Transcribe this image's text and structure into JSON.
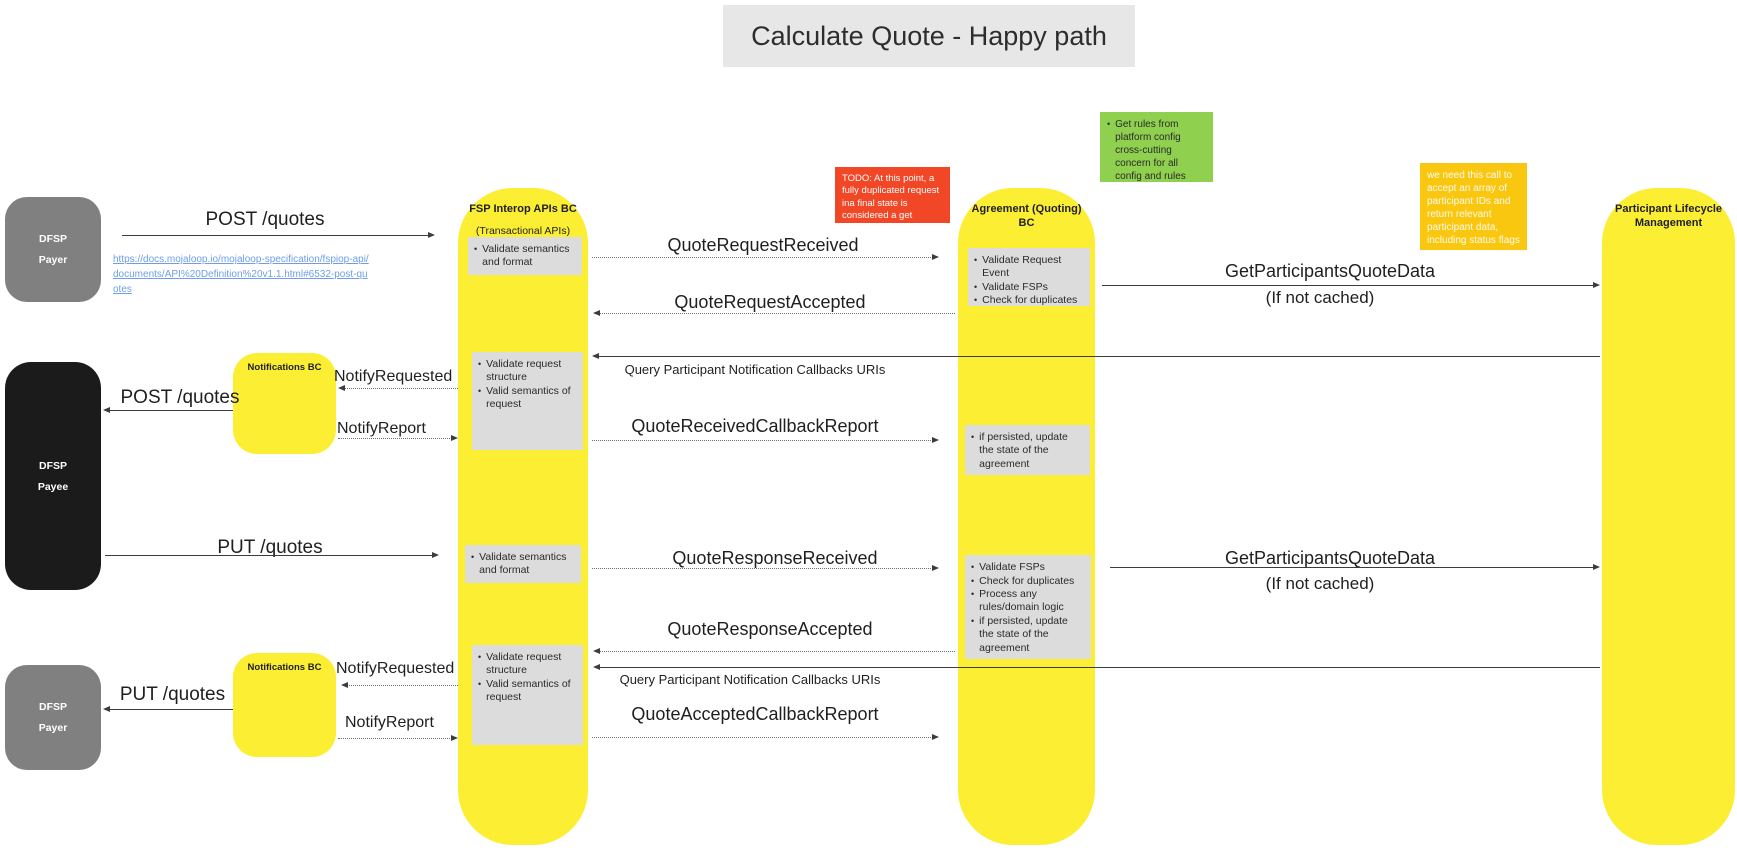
{
  "title": "Calculate Quote - Happy path",
  "colors": {
    "lane_yellow": "#fcee33",
    "actor_gray": "#808080",
    "actor_black": "#1b1b1b",
    "sticky_gray": "#dcdcdc",
    "note_red": "#f24726",
    "note_green": "#8fd14f",
    "note_amber": "#fac710",
    "link_blue": "#6d9eeb",
    "title_bg": "#e7e7e7"
  },
  "actors": {
    "payer_top": {
      "line1": "DFSP",
      "line2": "Payer"
    },
    "payee": {
      "line1": "DFSP",
      "line2": "Payee"
    },
    "payer_bottom": {
      "line1": "DFSP",
      "line2": "Payer"
    }
  },
  "columns": {
    "fsp_interop": {
      "title": "FSP Interop APIs BC",
      "subtitle": "(Transactional APIs)"
    },
    "agreement": {
      "title": "Agreement (Quoting) BC"
    },
    "plm": {
      "title": "Participant Lifecycle Management"
    }
  },
  "notifications": {
    "title": "Notifications BC"
  },
  "link": {
    "text": "https://docs.mojaloop.io/mojaloop-specification/fspiop-api/documents/API%20Definition%20v1.1.html#6532-post-quotes"
  },
  "notes": {
    "todo": "TODO: At this point, a fully duplicated request ina final state is considered a get request",
    "rules": "Get rules from platform config cross-cutting concern for all config and rules",
    "participants_call": "we need this call to accept an array of participant IDs and return relevant participant data, including status flags"
  },
  "stickies": {
    "fsp_semantics_1": [
      "Validate semantics and format"
    ],
    "agreement_validate_1": [
      "Validate Request Event",
      "Validate FSPs",
      "Check for duplicates"
    ],
    "fsp_structure_1": [
      "Validate request structure",
      "Valid semantics of request"
    ],
    "agreement_persist": [
      "if persisted, update the state of the agreement"
    ],
    "fsp_semantics_2": [
      "Validate semantics and format"
    ],
    "agreement_validate_2": [
      "Validate FSPs",
      "Check for duplicates",
      "Process any rules/domain logic",
      "if persisted, update the state of the agreement"
    ],
    "fsp_structure_2": [
      "Validate request structure",
      "Valid semantics of request"
    ]
  },
  "messages": {
    "post_quotes_1": "POST /quotes",
    "quote_request_received": "QuoteRequestReceived",
    "quote_request_accepted": "QuoteRequestAccepted",
    "get_participants_1": "GetParticipantsQuoteData",
    "if_not_cached_1": "(If not cached)",
    "query_callbacks_1": "Query Participant Notification Callbacks URIs",
    "notify_requested_1": "NotifyRequested",
    "post_quotes_2": "POST /quotes",
    "notify_report_1": "NotifyReport",
    "quote_received_callback": "QuoteReceivedCallbackReport",
    "put_quotes_1": "PUT /quotes",
    "quote_response_received": "QuoteResponseReceived",
    "get_participants_2": "GetParticipantsQuoteData",
    "if_not_cached_2": "(If not cached)",
    "quote_response_accepted": "QuoteResponseAccepted",
    "query_callbacks_2": "Query Participant Notification Callbacks URIs",
    "notify_requested_2": "NotifyRequested",
    "put_quotes_2": "PUT /quotes",
    "notify_report_2": "NotifyReport",
    "quote_accepted_callback": "QuoteAcceptedCallbackReport"
  }
}
